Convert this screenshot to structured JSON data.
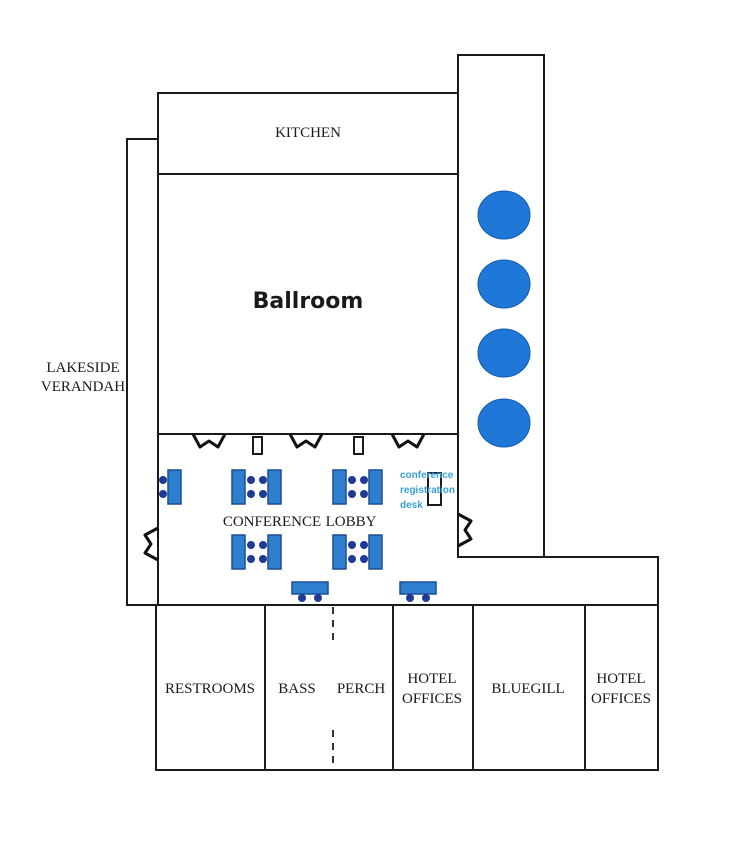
{
  "rooms": {
    "kitchen": "KITCHEN",
    "ballroom": "Ballroom",
    "lakeside_line1": "LAKESIDE",
    "lakeside_line2": "VERANDAH",
    "conference": "CONFERENCE",
    "lobby": "LOBBY",
    "restrooms": "RESTROOMS",
    "bass": "BASS",
    "perch": "PERCH",
    "hotel_offices_1_line1": "HOTEL",
    "hotel_offices_1_line2": "OFFICES",
    "bluegill": "BLUEGILL",
    "hotel_offices_2_line1": "HOTEL",
    "hotel_offices_2_line2": "OFFICES"
  },
  "registration_desk": {
    "line1": "conference",
    "line2": "registration",
    "line3": "desk"
  },
  "colors": {
    "table": "#2f7fd0",
    "chair": "#1f3a96",
    "round_table": "#1f78d8",
    "annotation": "#3aa0dc"
  }
}
